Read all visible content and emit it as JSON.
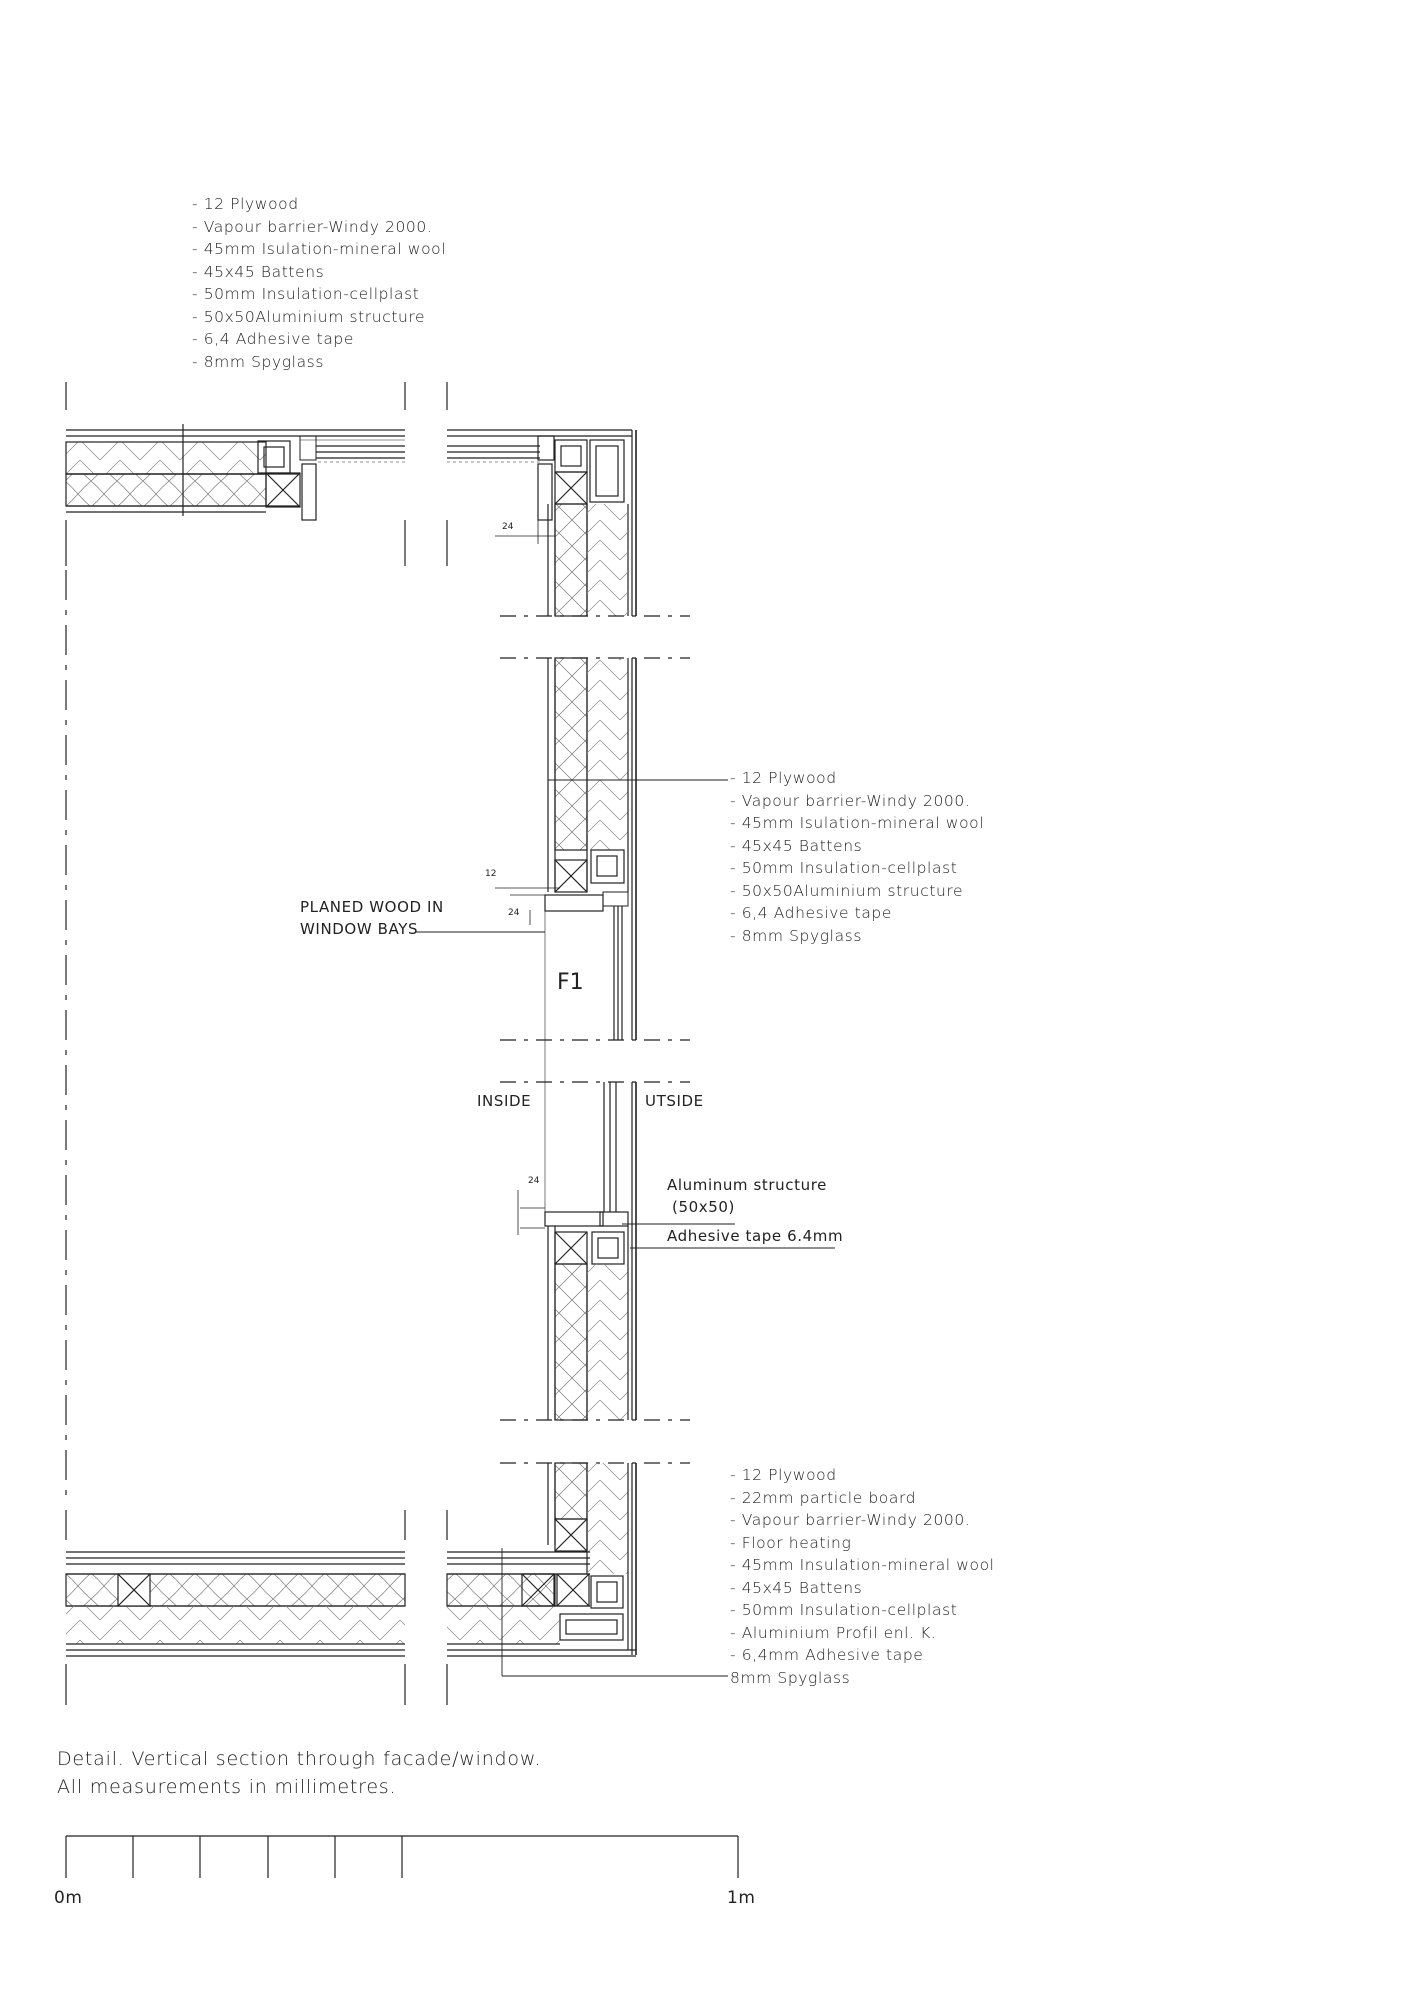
{
  "top_layers": [
    "- 12 Plywood",
    "- Vapour barrier-Windy 2000.",
    "- 45mm Isulation-mineral wool",
    "- 45x45 Battens",
    "- 50mm Insulation-cellplast",
    "- 50x50Aluminium structure",
    "- 6,4 Adhesive tape",
    "- 8mm Spyglass"
  ],
  "mid_layers": [
    "- 12 Plywood",
    "- Vapour barrier-Windy 2000.",
    "- 45mm Isulation-mineral wool",
    "- 45x45 Battens",
    "- 50mm Insulation-cellplast",
    "- 50x50Aluminium structure",
    "- 6,4 Adhesive tape",
    "- 8mm Spyglass"
  ],
  "bottom_layers": [
    "- 12 Plywood",
    "- 22mm particle board",
    "- Vapour barrier-Windy 2000.",
    "- Floor heating",
    "- 45mm Insulation-mineral wool",
    "- 45x45 Battens",
    "- 50mm Insulation-cellplast",
    "- Aluminium Profil enl. K.",
    "- 6,4mm Adhesive tape",
    "8mm Spyglass"
  ],
  "labels": {
    "planed_wood_1": "PLANED WOOD IN",
    "planed_wood_2": "WINDOW BAYS",
    "window_tag": "F1",
    "inside": "INSIDE",
    "outside": "UTSIDE",
    "alu_structure_1": "Aluminum structure",
    "alu_structure_2": "(50x50)",
    "adhesive_tape": "Adhesive tape 6.4mm",
    "dim_24_top": "24",
    "dim_12": "12",
    "dim_24_mid": "24",
    "dim_24_low": "24"
  },
  "caption": {
    "line1": "Detail. Vertical section through facade/window.",
    "line2": "All measurements in millimetres."
  },
  "scale": {
    "start": "0m",
    "end": "1m"
  }
}
